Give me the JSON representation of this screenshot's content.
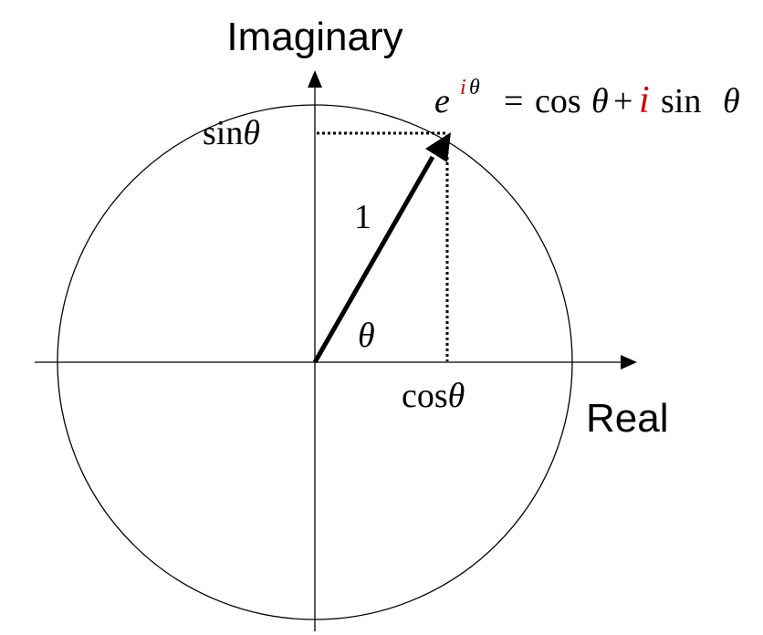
{
  "axes": {
    "imaginary_label": "Imaginary",
    "real_label": "Real"
  },
  "labels": {
    "sin": "sin",
    "cos": "cos",
    "theta": "θ",
    "radius": "1"
  },
  "formula": {
    "e": "e",
    "i_sup": "i",
    "theta_sup": "θ",
    "equals": "=",
    "cos": "cos",
    "theta1": "θ",
    "plus": "+",
    "i": "i",
    "sin": "sin",
    "theta2": "θ"
  },
  "colors": {
    "accent": "#cc0000",
    "ink": "#000000"
  }
}
